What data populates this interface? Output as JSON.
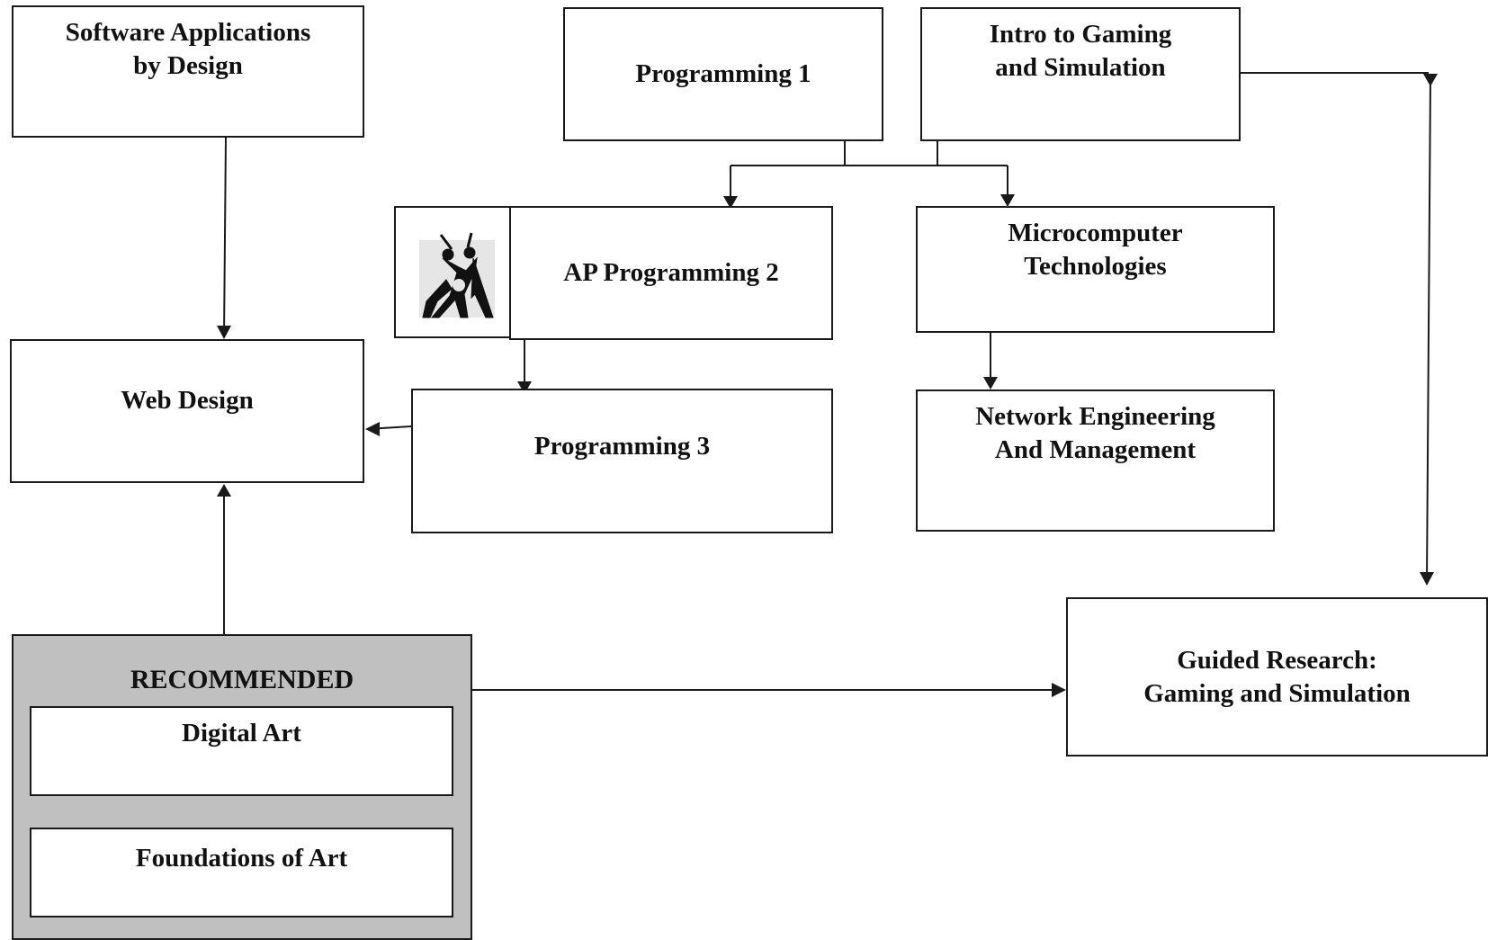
{
  "courses": {
    "software_apps": {
      "lines": [
        "Software Applications",
        "by Design"
      ]
    },
    "programming1": {
      "lines": [
        "Programming  1"
      ]
    },
    "intro_gaming": {
      "lines": [
        "Intro  to  Gaming",
        "and  Simulation"
      ]
    },
    "ap_programming2": {
      "lines": [
        "AP Programming  2"
      ]
    },
    "microcomputer": {
      "lines": [
        "Microcomputer",
        "Technologies"
      ]
    },
    "web_design": {
      "lines": [
        "Web Design"
      ]
    },
    "programming3": {
      "lines": [
        "Programming  3"
      ]
    },
    "network": {
      "lines": [
        "Network Engineering",
        "And Management"
      ]
    },
    "guided_research": {
      "lines": [
        "Guided  Research:",
        "Gaming  and  Simulation"
      ]
    },
    "digital_art": {
      "lines": [
        "Digital Art"
      ]
    },
    "foundations_art": {
      "lines": [
        "Foundations  of  Art"
      ]
    }
  },
  "recommended_group": {
    "label": "RECOMMENDED"
  },
  "logo": {
    "icon": "dancers-logo-icon"
  },
  "colors": {
    "group_fill": "#c0c0c0",
    "line": "#1a1a1a"
  }
}
